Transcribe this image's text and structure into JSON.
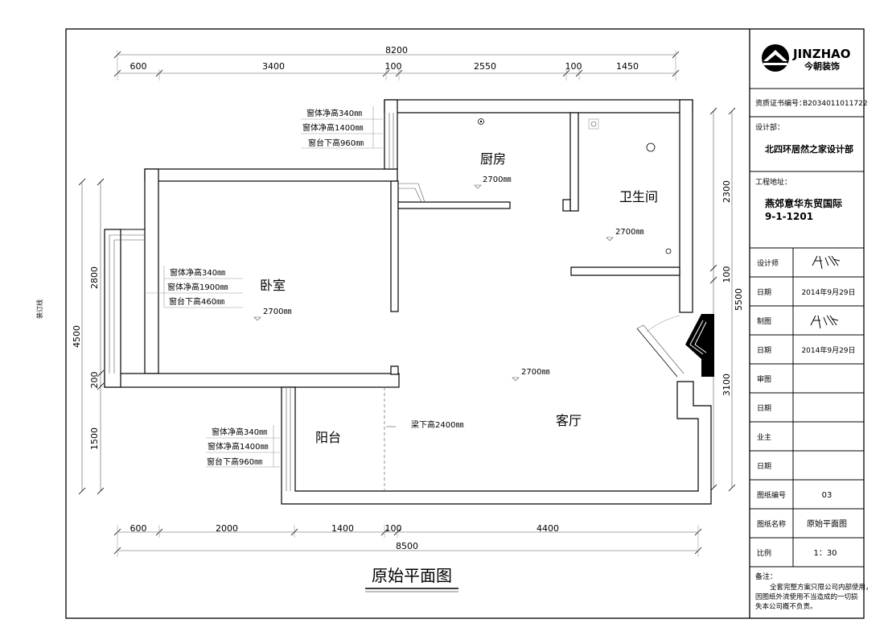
{
  "drawing": {
    "title": "原始平面图",
    "binding_line": "装订线"
  },
  "dimensions": {
    "top_total": "8200",
    "top_segments": [
      "600",
      "3400",
      "100",
      "2550",
      "100",
      "1450"
    ],
    "bottom_total": "8500",
    "bottom_segments": [
      "600",
      "2000",
      "1400",
      "100",
      "4400"
    ],
    "left_outer": "4500",
    "left_segments": [
      "2800",
      "200",
      "1500"
    ],
    "right_total": "5500",
    "right_segments": [
      "2300",
      "100",
      "3100"
    ]
  },
  "rooms": {
    "kitchen": "厨房",
    "bathroom": "卫生间",
    "bedroom": "卧室",
    "balcony": "阳台",
    "living": "客厅"
  },
  "heights": {
    "kitchen": "2700㎜",
    "bathroom": "2700㎜",
    "bedroom": "2700㎜",
    "living": "2700㎜",
    "beam": "梁下高2400㎜"
  },
  "window_notes": {
    "kitchen": [
      "窗体净高340㎜",
      "窗体净高1400㎜",
      "窗台下高960㎜"
    ],
    "bedroom": [
      "窗体净高340㎜",
      "窗体净高1900㎜",
      "窗台下高460㎜"
    ],
    "balcony": [
      "窗体净高340㎜",
      "窗体净高1400㎜",
      "窗台下高960㎜"
    ]
  },
  "title_block": {
    "logo_name": "JINZHAO",
    "logo_cn": "今朝装饰",
    "cert_label": "资质证书编号：",
    "cert_value": "B2034011011722",
    "dept_label": "设计部：",
    "dept_value": "北四环居然之家设计部",
    "address_label": "工程地址：",
    "address_line1": "燕郊意华东贸国际",
    "address_line2": "9-1-1201",
    "rows": [
      {
        "label": "设计师",
        "value": "",
        "signature": true
      },
      {
        "label": "日期",
        "value": "2014年9月29日",
        "signature": false
      },
      {
        "label": "制图",
        "value": "",
        "signature": true
      },
      {
        "label": "日期",
        "value": "2014年9月29日",
        "signature": false
      },
      {
        "label": "审图",
        "value": "",
        "signature": false
      },
      {
        "label": "日期",
        "value": "",
        "signature": false
      },
      {
        "label": "业主",
        "value": "",
        "signature": false
      },
      {
        "label": "日期",
        "value": "",
        "signature": false
      },
      {
        "label": "图纸编号",
        "value": "03",
        "signature": false
      },
      {
        "label": "图纸名称",
        "value": "原始平面图",
        "signature": false
      },
      {
        "label": "比例",
        "value": "1：30",
        "signature": false
      }
    ],
    "remarks_label": "备注：",
    "remarks_lines": [
      "全套完整方案只限公司内部使用，",
      "因图纸外流使用不当造成的一切损",
      "失本公司概不负责。"
    ]
  }
}
